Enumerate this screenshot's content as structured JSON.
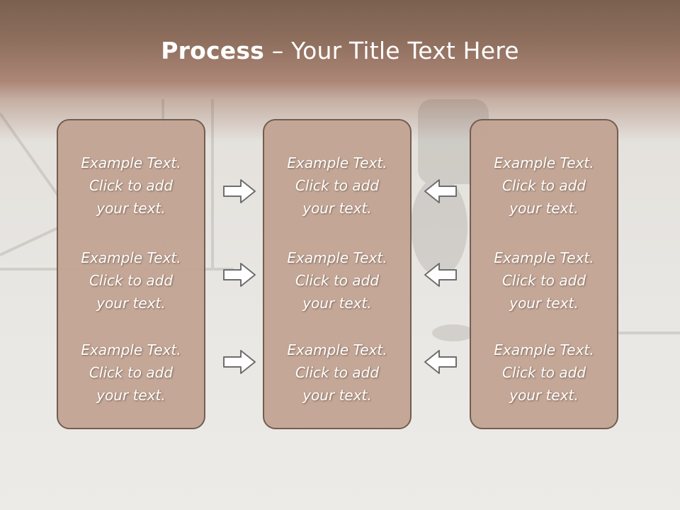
{
  "title": {
    "bold": "Process",
    "rest": " – Your Title Text Here"
  },
  "columns": [
    {
      "cells": [
        {
          "l1": "Example Text.",
          "l2": "Click  to add",
          "l3": "your text."
        },
        {
          "l1": "Example Text.",
          "l2": "Click  to add",
          "l3": "your text."
        },
        {
          "l1": "Example Text.",
          "l2": "Click  to add",
          "l3": "your text."
        }
      ]
    },
    {
      "cells": [
        {
          "l1": "Example Text.",
          "l2": "Click  to add",
          "l3": "your text."
        },
        {
          "l1": "Example Text.",
          "l2": "Click  to add",
          "l3": "your text."
        },
        {
          "l1": "Example Text.",
          "l2": "Click  to add",
          "l3": "your text."
        }
      ]
    },
    {
      "cells": [
        {
          "l1": "Example Text.",
          "l2": "Click  to add",
          "l3": "your text."
        },
        {
          "l1": "Example Text.",
          "l2": "Click  to add",
          "l3": "your text."
        },
        {
          "l1": "Example Text.",
          "l2": "Click  to add",
          "l3": "your text."
        }
      ]
    }
  ],
  "colors": {
    "header": "#8f6f5e",
    "panel": "#c3a594",
    "panel_border": "#6f5a4e",
    "arrow_fill": "#ffffff",
    "arrow_stroke": "#6e6e6e"
  },
  "icons": {
    "left_arrows": "arrow-right-icon",
    "right_arrows": "arrow-left-icon"
  }
}
